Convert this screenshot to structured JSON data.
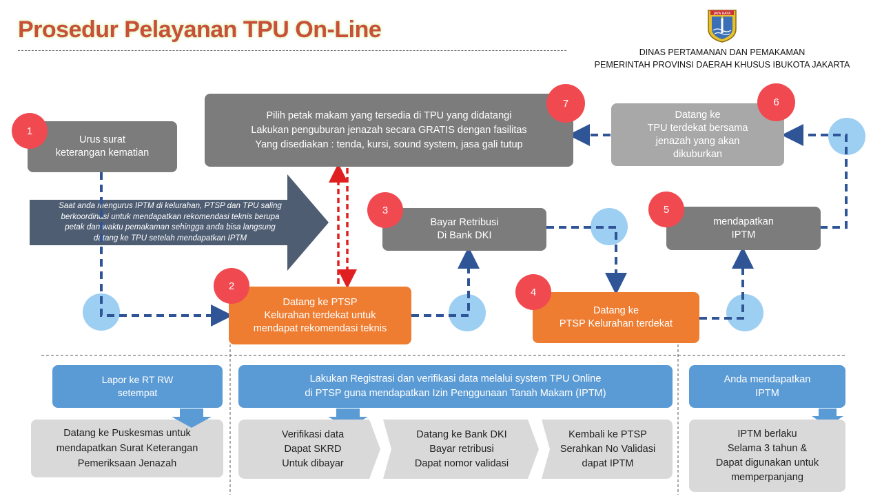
{
  "header": {
    "title": "Prosedur Pelayanan TPU On-Line",
    "org_line1": "DINAS PERTAMANAN DAN PEMAKAMAN",
    "org_line2": "PEMERINTAH PROVINSI DAERAH KHUSUS IBUKOTA JAKARTA",
    "logo_text": "JAYA RAYA"
  },
  "steps": {
    "s1": {
      "num": "1",
      "text": "Urus surat\nketerangan kematian"
    },
    "s2": {
      "num": "2",
      "text": "Datang ke PTSP\nKelurahan terdekat untuk\nmendapat rekomendasi teknis"
    },
    "s3": {
      "num": "3",
      "text": "Bayar Retribusi\nDi Bank DKI"
    },
    "s4": {
      "num": "4",
      "text": "Datang ke\nPTSP Kelurahan terdekat"
    },
    "s5": {
      "num": "5",
      "text": "mendapatkan\nIPTM"
    },
    "s6": {
      "num": "6",
      "text": "Datang ke\nTPU terdekat bersama\njenazah yang akan\ndikuburkan"
    },
    "s7": {
      "num": "7",
      "text": "Pilih petak makam yang tersedia di TPU yang didatangi\nLakukan penguburan jenazah secara GRATIS dengan fasilitas\nYang disediakan : tenda, kursi, sound system, jasa gali tutup"
    }
  },
  "note": "Saat anda mengurus IPTM di kelurahan, PTSP dan TPU saling\nberkoordinasi untuk mendapatkan rekomendasi teknis berupa\npetak dan waktu pemakaman sehingga anda bisa langsung\ndatang ke TPU setelah mendapatkan IPTM",
  "bottom": {
    "left_header": "Lapor ke RT RW\nsetempat",
    "left_detail": "Datang ke Puskesmas untuk\nmendapatkan Surat Keterangan\nPemeriksaan Jenazah",
    "mid_header": "Lakukan Registrasi dan verifikasi data melalui system TPU Online\ndi PTSP guna mendapatkan Izin Penggunaan Tanah Makam (IPTM)",
    "mid_detail1": "Verifikasi data\nDapat SKRD\nUntuk dibayar",
    "mid_detail2": "Datang ke Bank DKI\nBayar retribusi\nDapat nomor validasi",
    "mid_detail3": "Kembali ke PTSP\nSerahkan No Validasi\ndapat IPTM",
    "right_header": "Anda mendapatkan\nIPTM",
    "right_detail": "IPTM berlaku\nSelama 3 tahun &\nDapat digunakan untuk\nmemperpanjang"
  },
  "colors": {
    "title": "#c8503a",
    "gray_box": "#7c7c7c",
    "orange_box": "#ee7d31",
    "blue_box": "#5b9bd5",
    "number_circle": "#f04a50",
    "connector": "#2f5597",
    "sync_arrow": "#e02020"
  }
}
